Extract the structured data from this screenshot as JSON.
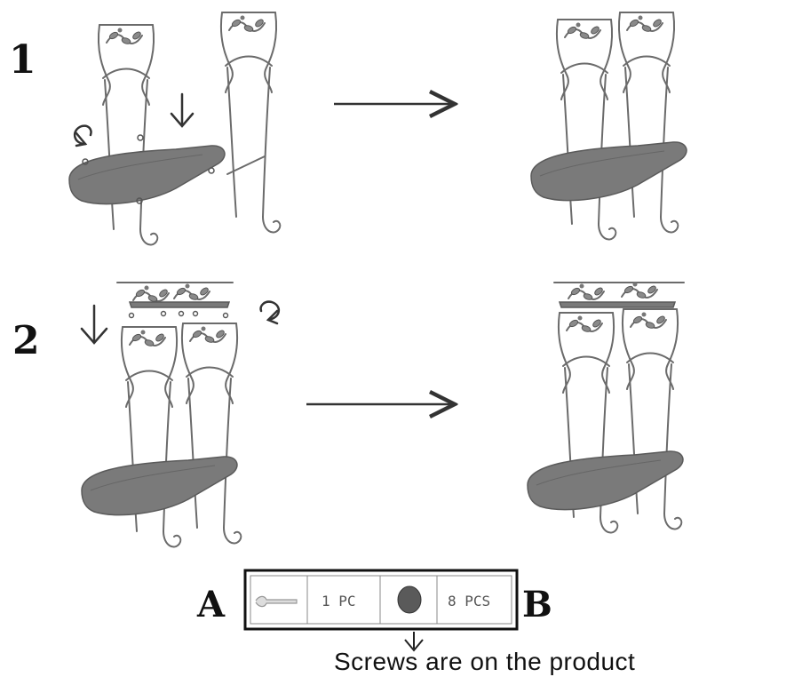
{
  "steps": [
    {
      "number": "1"
    },
    {
      "number": "2"
    }
  ],
  "parts": {
    "letter_a": "A",
    "letter_b": "B",
    "wrench_qty": "1 PC",
    "screw_qty": "8 PCS",
    "note": "Screws are on the product"
  },
  "colors": {
    "ink": "#111111",
    "board": "#7a7a7a",
    "frame": "#6b6b6b"
  }
}
